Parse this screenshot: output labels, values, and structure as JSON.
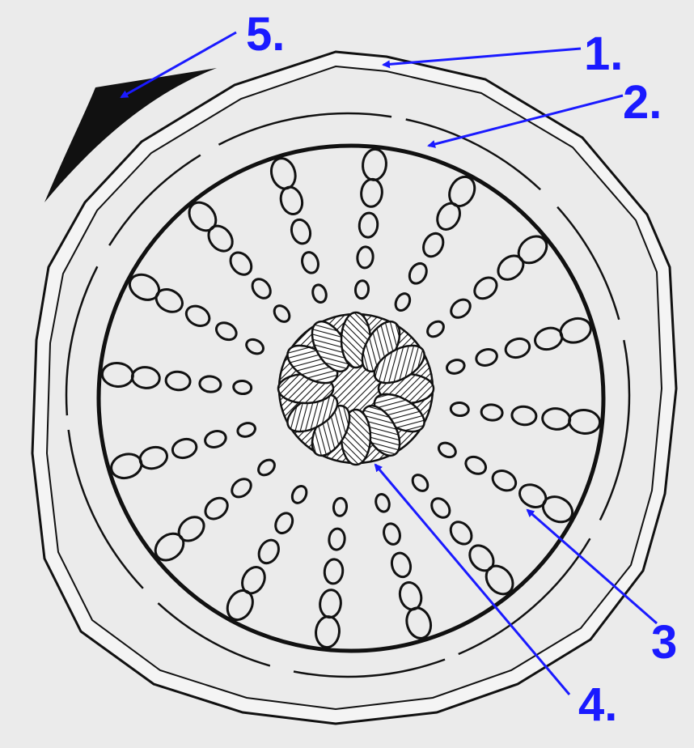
{
  "colors": {
    "background": "#ebebeb",
    "ink": "#111111",
    "annotation": "#1a1aff"
  },
  "labels": {
    "l1": "1.",
    "l2": "2.",
    "l3": "3",
    "l4": "4.",
    "l5": "5."
  }
}
